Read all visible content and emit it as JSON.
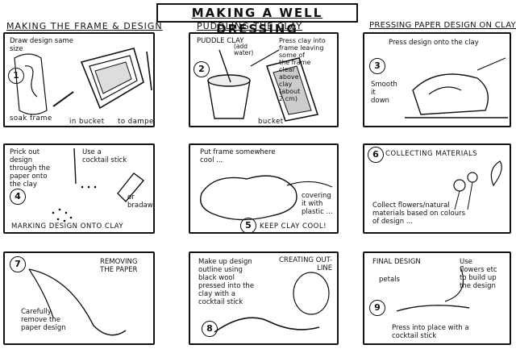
{
  "title": "MAKING A WELL DRESSING",
  "sections": {
    "frame": "MAKING THE FRAME & DESIGN",
    "clay": "PUDDLING THE CLAY",
    "paper": "PRESSING PAPER DESIGN ON CLAY"
  },
  "panels": {
    "p1": {
      "number": "1",
      "note": "Draw design same\nsize",
      "caption_a": "soak frame",
      "caption_b": "in bucket",
      "caption_c": "to dampen"
    },
    "p2": {
      "number": "2",
      "label": "PUDDLE CLAY",
      "label_b": "(add\nwater)",
      "note": "Press clay into\nframe leaving\nsome of\nthe frame\nclear\nabove\nclay\n(about\n2 cm)",
      "caption": "bucket"
    },
    "p3": {
      "number": "3",
      "note": "Press design onto the clay",
      "side": "Smooth\nit\ndown"
    },
    "p4": {
      "number": "4",
      "note": "Prick out\ndesign\nthrough the\npaper onto\nthe clay",
      "tool": "Use a\ncocktail stick",
      "or": "or\nbradawl",
      "caption": "MARKING DESIGN ONTO CLAY"
    },
    "p5": {
      "number": "5",
      "note": "Put frame somewhere\ncool ...",
      "side": "covering\nit with\nplastic ...",
      "caption": "KEEP CLAY COOL!"
    },
    "p6": {
      "number": "6",
      "heading": "COLLECTING MATERIALS",
      "note": "Collect flowers/natural\nmaterials based on colours\nof design ..."
    },
    "p7": {
      "number": "7",
      "heading": "REMOVING\nTHE PAPER",
      "note": "Carefully\nremove the\npaper design"
    },
    "p8": {
      "number": "8",
      "heading": "CREATING OUT-\nLINE",
      "note": "Make up design\noutline using\nblack wool\npressed into the\nclay with a\ncocktail stick"
    },
    "p9": {
      "number": "9",
      "heading": "FINAL DESIGN",
      "petals": "petals",
      "side": "Use\nflowers etc\nto build up\nthe design",
      "caption": "Press into place with a\ncocktail stick"
    }
  }
}
